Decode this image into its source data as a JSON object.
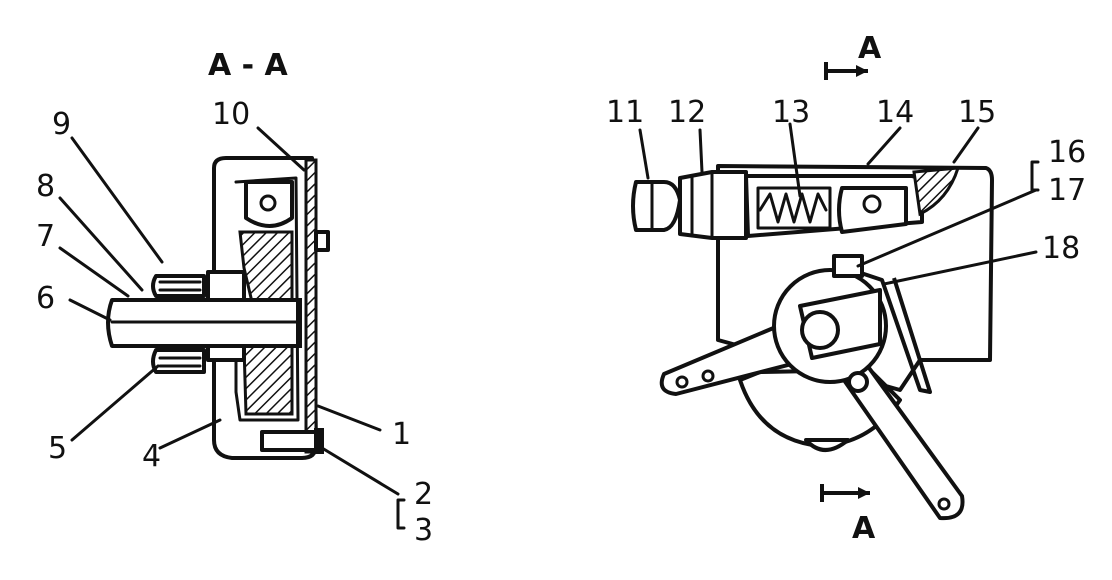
{
  "section_view": {
    "title": "A - A",
    "callouts": [
      "1",
      "2",
      "3",
      "4",
      "5",
      "6",
      "7",
      "8",
      "9",
      "10"
    ]
  },
  "side_view": {
    "section_marker_top": "A",
    "section_marker_bottom": "A",
    "callouts": [
      "11",
      "12",
      "13",
      "14",
      "15",
      "16",
      "17",
      "18"
    ]
  }
}
